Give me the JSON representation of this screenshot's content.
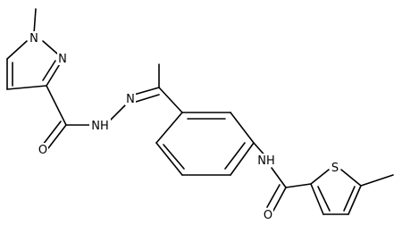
{
  "atom_labels": {
    "pyrazole_n1": "N",
    "pyrazole_n2": "N",
    "hydrazone_n": "N",
    "hydrazide_nh": "NH",
    "hydrazide_o": "O",
    "amide_nh": "NH",
    "amide_o": "O",
    "thiophene_s": "S"
  },
  "colors": {
    "bond": "#000000",
    "background": "#ffffff"
  }
}
